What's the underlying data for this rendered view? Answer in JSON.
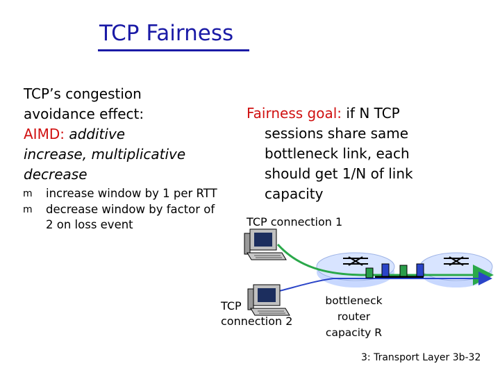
{
  "slide": {
    "title": "TCP Fairness",
    "footer": "3: Transport Layer 3b-32"
  },
  "left_panel": {
    "line1": "TCP’s congestion",
    "line2": "avoidance effect:",
    "aimd_label": "AIMD:",
    "aimd_rest": " additive",
    "line4": "increase, multiplicative",
    "line5": "decrease",
    "bullets": [
      "increase window by 1 per RTT",
      "decrease window by factor of 2 on loss event"
    ],
    "bullet_glyph": "m"
  },
  "right_panel": {
    "goal_label": "Fairness goal:",
    "goal_line1_rest": " if N TCP",
    "goal_line2": "sessions share same",
    "goal_line3": "bottleneck link, each",
    "goal_line4": "should get 1/N of link",
    "goal_line5": "capacity"
  },
  "diagram": {
    "connection1_label": "TCP connection 1",
    "connection2_line1": "TCP",
    "connection2_line2": "connection 2",
    "router_line1": "bottleneck",
    "router_line2": "router",
    "router_line3": "capacity R",
    "icons": [
      "computer-icon",
      "router-icon"
    ],
    "colors": {
      "title": "#1a1aa6",
      "accent_red": "#d01010",
      "link_green": "#2aa84a",
      "link_blue": "#2a44c8",
      "router_fill": "#c8d8ff",
      "packet_fill": "#2a9d4a"
    }
  }
}
